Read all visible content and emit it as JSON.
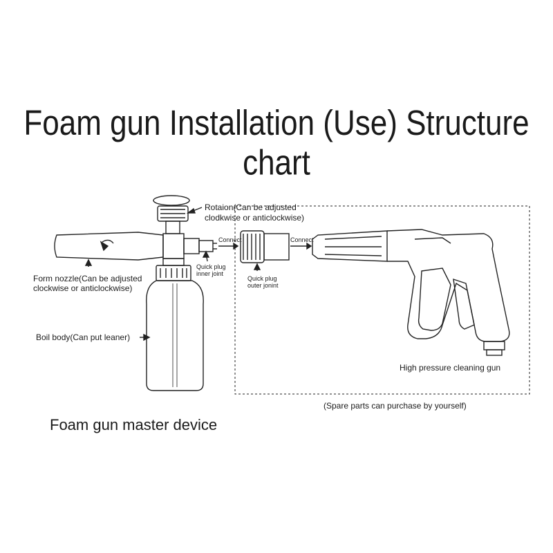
{
  "title": "Foam gun Installation (Use) Structure chart",
  "labels": {
    "rotation_line1": "Rotaion(Can be adjusted",
    "rotation_line2": "clodkwise or anticlockwise)",
    "connect_left": "Connect",
    "connect_right": "Connect",
    "quick_inner_line1": "Quick plug",
    "quick_inner_line2": "inner joint",
    "quick_outer_line1": "Quick plug",
    "quick_outer_line2": "outer jonint",
    "nozzle_line1": "Form nozzle(Can be adjusted",
    "nozzle_line2": "clockwise or anticlockwise)",
    "body": "Boil body(Can put leaner)",
    "gun": "High pressure cleaning gun",
    "spare": "(Spare parts can purchase by yourself)",
    "master": "Foam gun master device"
  }
}
